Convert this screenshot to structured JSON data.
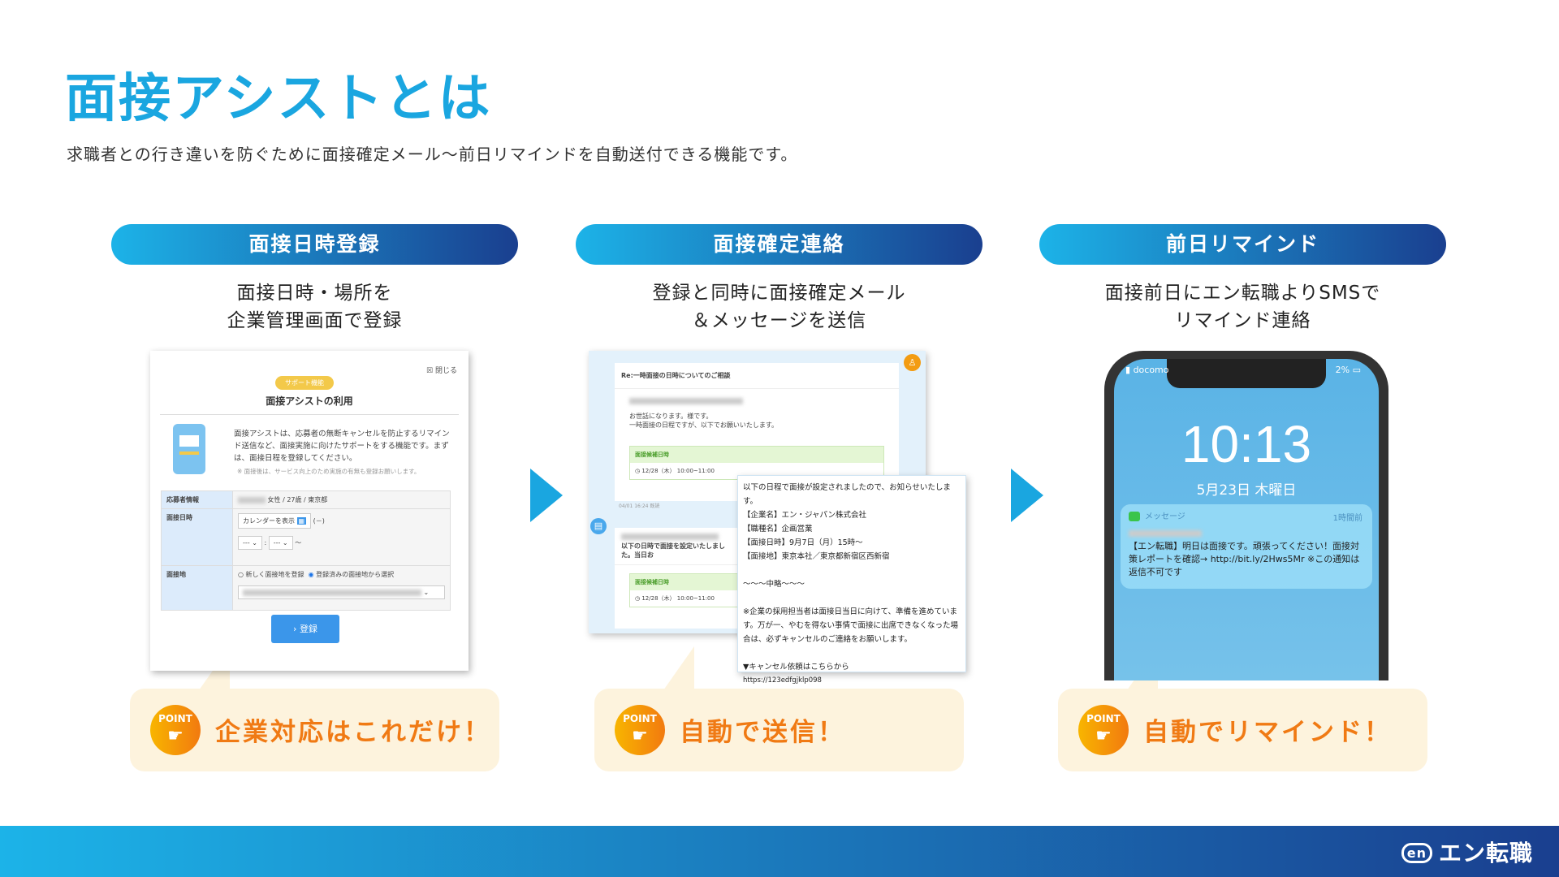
{
  "title": "面接アシストとは",
  "subtitle": "求職者との行き違いを防ぐために面接確定メール〜前日リマインドを自動送付できる機能です。",
  "steps": [
    {
      "label": "面接日時登録",
      "desc_line1": "面接日時・場所を",
      "desc_line2": "企業管理画面で登録",
      "point": "企業対応はこれだけ！"
    },
    {
      "label": "面接確定連絡",
      "desc_line1": "登録と同時に面接確定メール",
      "desc_line2": "＆メッセージを送信",
      "point": "自動で送信！"
    },
    {
      "label": "前日リマインド",
      "desc_line1": "面接前日にエン転職よりSMSで",
      "desc_line2": "リマインド連絡",
      "point": "自動でリマインド！"
    }
  ],
  "point_badge": "POINT",
  "form": {
    "close": "閉じる",
    "tag": "サポート機能",
    "heading": "面接アシストの利用",
    "intro": "面接アシストは、応募者の無断キャンセルを防止するリマインド送信など、面接実施に向けたサポートをする機能です。まずは、面接日程を登録してください。",
    "note": "※ 面接後は、サービス向上のため実施の有無も登録お願いします。",
    "applicant_label": "応募者情報",
    "applicant_value": "女性 / 27歳 / 東京都",
    "datetime_label": "面接日時",
    "calendar_placeholder": "カレンダーを表示",
    "weekday": "(－)",
    "hour": "---",
    "minute": "---",
    "colon": ":",
    "tilde": "〜",
    "place_label": "面接地",
    "radio_new": "新しく面接地を登録",
    "radio_existing": "登録済みの面接地から選択",
    "submit": "登録"
  },
  "mail": {
    "subject": "Re:一時面接の日時についてのご相談",
    "greeting1": "お世話になります。様です。",
    "greeting2": "一時面接の日程ですが、以下でお願いいたします。",
    "box_title": "面接候補日時",
    "slot": "12/28（木） 10:00~11:00",
    "timestamp": "04/01 16:24 既読",
    "msg2": "以下の日時で面接を設定いたしました。当日お",
    "popup_lines": [
      "以下の日程で面接が設定されましたので、お知らせいたします。",
      "【企業名】エン・ジャパン株式会社",
      "【職種名】企画営業",
      "【面接日時】9月7日（月）15時〜",
      "【面接地】東京本社／東京都新宿区西新宿",
      "",
      "〜〜〜中略〜〜〜",
      "",
      "※企業の採用担当者は面接日当日に向けて、準備を進めています。万が一、やむを得ない事情で面接に出席できなくなった場合は、必ずキャンセルのご連絡をお願いします。",
      "",
      "▼キャンセル依頼はこちらから",
      "https://123edfgjklp098"
    ]
  },
  "phone": {
    "carrier": "docomo",
    "battery": "2%",
    "time": "10:13",
    "date": "5月23日 木曜日",
    "app": "メッセージ",
    "ago": "1時間前",
    "message": "【エン転職】明日は面接です。頑張ってください！面接対策レポートを確認→ http://bit.ly/2Hws5Mr ※この通知は返信不可です"
  },
  "footer": {
    "logo_mark": "en",
    "logo_text": "エン転職"
  },
  "colors": {
    "accent": "#1aa6e0",
    "navy": "#1a3f8f",
    "point_orange": "#f07a14",
    "point_bg": "#fdf3dd"
  }
}
